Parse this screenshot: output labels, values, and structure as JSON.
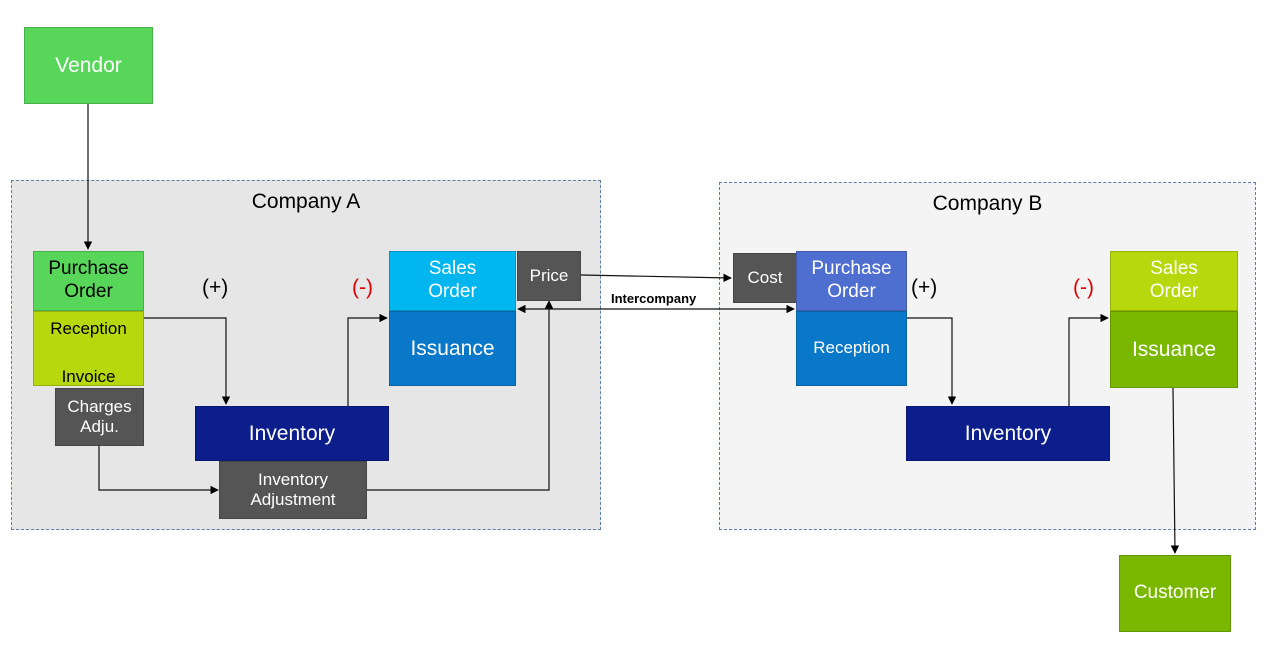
{
  "vendor": {
    "label": "Vendor"
  },
  "customer": {
    "label": "Customer"
  },
  "company_a": {
    "title": "Company A",
    "purchase_order": "Purchase Order",
    "reception": "Reception",
    "invoice": "Invoice",
    "charges_adj": "Charges Adju.",
    "plus_sign": "(+)",
    "minus_sign": "(-)",
    "sales_order": "Sales Order",
    "price": "Price",
    "issuance": "Issuance",
    "inventory": "Inventory",
    "inventory_adjustment": "Inventory Adjustment"
  },
  "company_b": {
    "title": "Company B",
    "cost": "Cost",
    "purchase_order": "Purchase Order",
    "reception": "Reception",
    "plus_sign": "(+)",
    "minus_sign": "(-)",
    "sales_order": "Sales Order",
    "issuance": "Issuance",
    "inventory": "Inventory"
  },
  "intercompany_label": "Intercompany",
  "colors": {
    "green": "#57d65a",
    "olive_green": "#7ab800",
    "lime": "#b6d80d",
    "cyan": "#00b6ef",
    "blue": "#0a78c8",
    "dark_navy": "#0b1e8c",
    "gray_box": "#555555",
    "purple_blue": "#4e6fcf",
    "minus_red": "#e00000"
  }
}
